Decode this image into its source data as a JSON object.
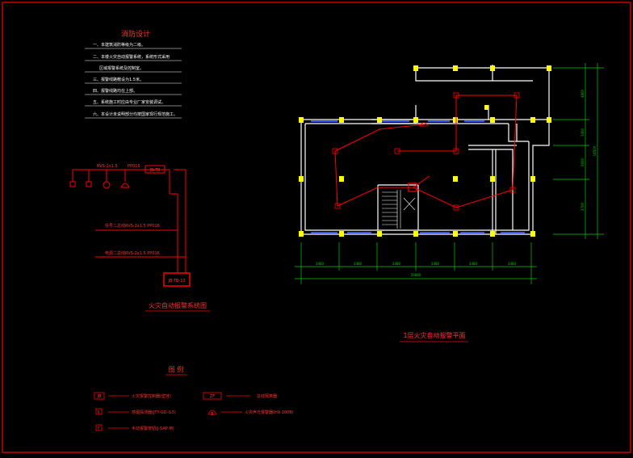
{
  "colors": {
    "background": "#000000",
    "frame": "#cc0000",
    "wall": "#ffffff",
    "column": "#ffff00",
    "window": "#3355ff",
    "dimension": "#00cc00",
    "alarm": "#ff0000",
    "text_white": "#ffffff",
    "text_red": "#ff3333"
  },
  "notes": {
    "title": "消防设计",
    "lines": [
      "一、本建筑消防等级为二级。",
      "二、本楼火灾自动报警系统，系统形式采用",
      "区域报警系统及控制室。",
      "三、报警线路敷设为1.5米。",
      "四、报警线路均在上部。",
      "五、系统施工时应由专业厂家安装调试。",
      "六、本设计未说明部分均按国家现行规范施工。"
    ]
  },
  "system_diagram": {
    "label_bus": "RVS-2x1.5",
    "label_pipe": "PP016",
    "label_panel_top": "JB-TB",
    "label_line_1": "信号二总线RVS-2x1.5 PP016",
    "label_line_2": "电源二总线RVS-2x1.5 PP016",
    "panel_label": "JB-TB-10",
    "title": "火灾自动报警系统图"
  },
  "floor_plan": {
    "title": "1层火灾自动报警平面",
    "dims_bottom": [
      "3480",
      "3480",
      "3480",
      "3480",
      "3480",
      "3480"
    ],
    "dim_total": "20880",
    "dims_right": [
      "4800",
      "3400",
      "2600",
      "3700"
    ],
    "dim_right_total": "14500"
  },
  "legend": {
    "title": "图 例",
    "items": [
      {
        "symbol": "JB",
        "text": "火灾报警控制器(壁挂)"
      },
      {
        "symbol": "ZF",
        "text": "总线隔离器"
      },
      {
        "symbol": "S",
        "text": "感烟探测器(JTY-GD-G3)"
      },
      {
        "symbol": "B",
        "text": "火灾声光报警器(HX-100B)"
      },
      {
        "symbol": "Y",
        "text": "手动报警按钮(J-SAP-M)"
      }
    ]
  }
}
